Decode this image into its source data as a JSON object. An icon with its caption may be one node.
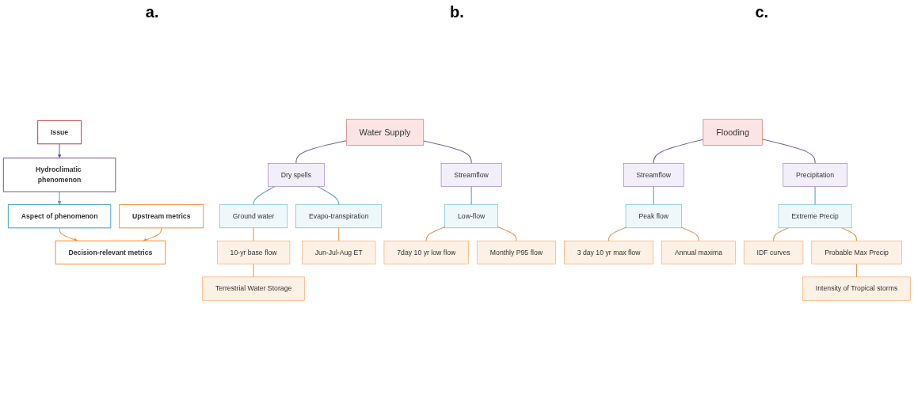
{
  "diagram": {
    "nodes": [
      {
        "text": [
          "Issue"
        ]
      },
      {
        "text": [
          "Hydroclimatic phenomenon"
        ]
      },
      {
        "text": [
          "Aspect of phenomenon"
        ]
      },
      {
        "text": [
          "Decision-relevant metrics"
        ]
      },
      {
        "text": [
          "Upstream metrics"
        ]
      },
      {
        "text": [
          "Water Supply"
        ]
      },
      {
        "text": [
          "Dry spells"
        ]
      },
      {
        "text": [
          "Streamflow"
        ]
      },
      {
        "text": [
          "Ground water"
        ]
      },
      {
        "text": [
          "Evapo-transpiration"
        ]
      },
      {
        "text": [
          "Low-flow"
        ]
      },
      {
        "text": [
          "10-yr base flow"
        ]
      },
      {
        "text": [
          "Jun-Jul-Aug ET"
        ]
      },
      {
        "text": [
          "7day 10 yr low flow"
        ]
      },
      {
        "text": [
          "Monthly P95 flow"
        ]
      },
      {
        "text": [
          "Terrestrial Water Storage"
        ]
      },
      {
        "text": [
          "Flooding"
        ]
      },
      {
        "text": [
          "Streamflow"
        ]
      },
      {
        "text": [
          "Precipitation"
        ]
      },
      {
        "text": [
          "Peak flow"
        ]
      },
      {
        "text": [
          "Extreme Precip"
        ]
      },
      {
        "text": [
          "3 day 10 yr max flow"
        ]
      },
      {
        "text": [
          "Annual maxima"
        ]
      },
      {
        "text": [
          "IDF curves"
        ]
      },
      {
        "text": [
          "Probable Max Precip"
        ]
      },
      {
        "text": [
          "Intensity of Tropical storms"
        ]
      }
    ],
    "edges": [
      {
        "from": 0,
        "to": 1,
        "arrow": "to",
        "color": "#7b5fa0"
      },
      {
        "from": 1,
        "to": 2,
        "arrow": "to",
        "color": "#5fa0b8"
      },
      {
        "from": 2,
        "to": 3,
        "arrow": "to"
      },
      {
        "from": 4,
        "to": 3,
        "arrow": "to"
      },
      {
        "from": 5,
        "to": 6,
        "arrow": "none",
        "color": "#7b5fa0"
      },
      {
        "from": 5,
        "to": 7,
        "arrow": "none",
        "color": "#7b5fa0"
      },
      {
        "from": 6,
        "to": 8,
        "arrow": "none",
        "color": "#5fa0b8"
      },
      {
        "from": 6,
        "to": 9,
        "arrow": "none",
        "color": "#5fa0b8"
      },
      {
        "from": 7,
        "to": 10,
        "arrow": "none",
        "color": "#5fa0b8"
      },
      {
        "from": 8,
        "to": 11,
        "arrow": "none"
      },
      {
        "from": 9,
        "to": 12,
        "arrow": "none"
      },
      {
        "from": 10,
        "to": 13,
        "arrow": "none"
      },
      {
        "from": 10,
        "to": 14,
        "arrow": "none"
      },
      {
        "from": 11,
        "to": 15,
        "arrow": "none"
      },
      {
        "from": 16,
        "to": 17,
        "arrow": "none",
        "color": "#7b5fa0"
      },
      {
        "from": 16,
        "to": 18,
        "arrow": "none",
        "color": "#7b5fa0"
      },
      {
        "from": 17,
        "to": 19,
        "arrow": "none",
        "color": "#5fa0b8"
      },
      {
        "from": 18,
        "to": 20,
        "arrow": "none",
        "color": "#5fa0b8"
      },
      {
        "from": 19,
        "to": 21,
        "arrow": "none"
      },
      {
        "from": 19,
        "to": 22,
        "arrow": "none"
      },
      {
        "from": 20,
        "to": 23,
        "arrow": "none"
      },
      {
        "from": 20,
        "to": 24,
        "arrow": "none"
      },
      {
        "from": 24,
        "to": 25,
        "arrow": "none"
      }
    ],
    "labels": [
      "a.",
      "b.",
      "c."
    ]
  }
}
